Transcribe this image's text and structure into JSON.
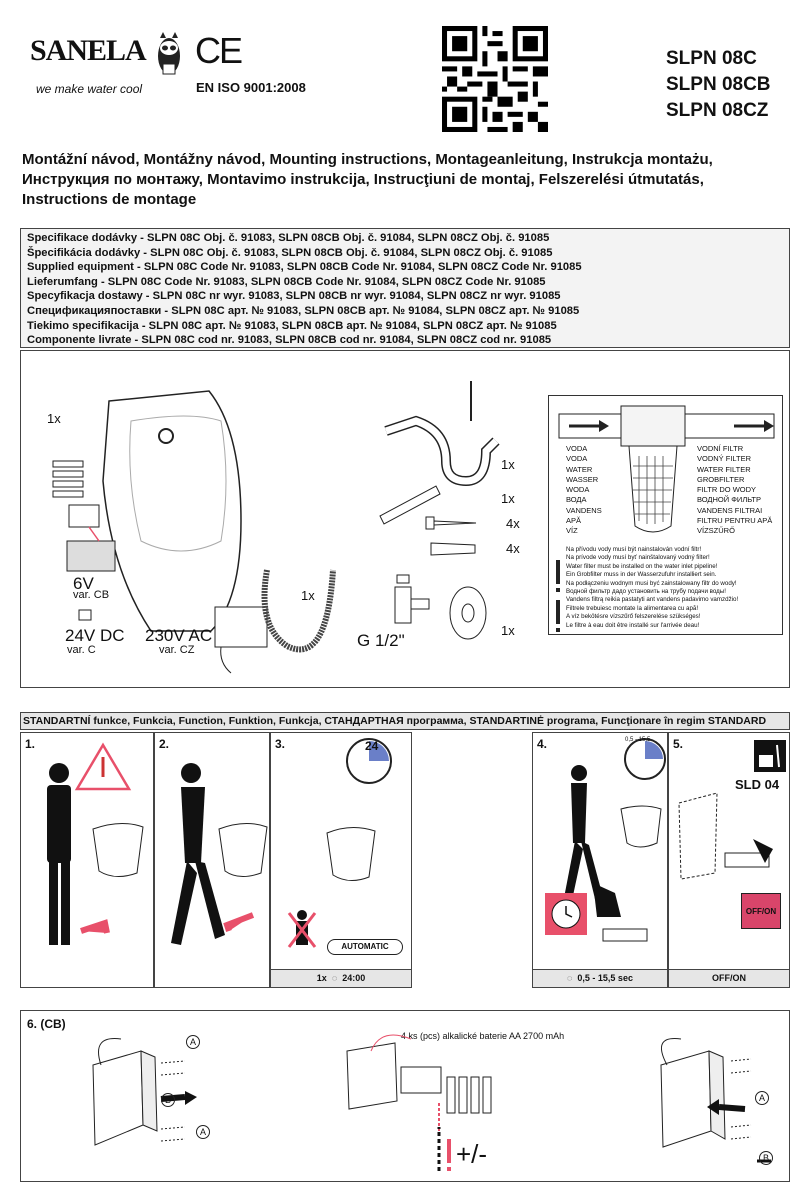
{
  "header": {
    "brand": "SANELA",
    "slogan": "we make water cool",
    "ce_mark": "CE",
    "iso": "EN ISO 9001:2008",
    "models": [
      "SLPN 08C",
      "SLPN 08CB",
      "SLPN 08CZ"
    ]
  },
  "title_lines": [
    "Montážní návod, Montážny návod, Mounting instructions, Montageanleitung, Instrukcja montażu,",
    "Инструкция по монтажу, Montavimo instrukcija, Instrucţiuni de montaj, Felszerelési útmutatás,",
    "Instructions de montage"
  ],
  "spec_lines": [
    "Specifikace dodávky - SLPN 08C Obj. č. 91083, SLPN 08CB Obj. č. 91084, SLPN 08CZ Obj. č. 91085",
    "Špecifikácia dodávky - SLPN 08C Obj. č. 91083, SLPN 08CB Obj. č. 91084, SLPN 08CZ Obj. č. 91085",
    "Supplied equipment - SLPN 08C Code Nr. 91083, SLPN 08CB Code Nr. 91084, SLPN 08CZ Code Nr. 91085",
    "Lieferumfang  - SLPN 08C Code Nr. 91083, SLPN 08CB Code Nr. 91084, SLPN 08CZ Code Nr. 91085",
    "Specyfikacja dostawy - SLPN 08C nr wyr. 91083, SLPN 08CB nr wyr. 91084, SLPN 08CZ nr wyr. 91085",
    "Спецификацияпоставки - SLPN 08C арт. № 91083, SLPN 08CB арт. № 91084, SLPN 08CZ арт. № 91085",
    "Tiekimo specifikacija - SLPN 08C арт. № 91083, SLPN 08CB арт. № 91084, SLPN 08CZ арт. № 91085",
    "Componente livrate - SLPN 08C cod nr. 91083, SLPN 08CB cod nr. 91084, SLPN 08CZ cod nr. 91085"
  ],
  "equipment": {
    "qty_urinal": "1x",
    "qty_siphon": "1x",
    "qty_bracket": "1x",
    "qty_screws": "4x",
    "qty_dowels": "4x",
    "qty_hose": "1x",
    "qty_rosette": "1x",
    "v6": "6V",
    "var_cb": "var. CB",
    "v24": "24V DC",
    "var_c": "var. C",
    "v230": "230V AC",
    "var_cz": "var. CZ",
    "thread": "G 1/2\""
  },
  "filter": {
    "left_langs": [
      "VODA",
      "VODA",
      "WATER",
      "WASSER",
      "WODA",
      "ВОДА",
      "VANDENS",
      "APĂ",
      "VÍZ"
    ],
    "right_langs": [
      "VODNÍ FILTR",
      "VODNÝ FILTER",
      "WATER FILTER",
      "GROBFILTER",
      "FILTR DO WODY",
      "ВОДНОЙ ФИЛЬТР",
      "VANDENS FILTRAI",
      "FILTRU PENTRU APĂ",
      "VÍZSZŰRŐ"
    ],
    "warnings": [
      "Na přívodu vody musí být nainstalován vodní filtr!",
      "Na prívode vody musí byť nainštalovaný vodný filter!",
      "Water filter must be installed on the water inlet pipeline!",
      "Ein Grobfilter muss in der Wasserzufuhr installiert sein.",
      "Na podłączeniu wodnym musi być zainstalowany filtr do wody!",
      "Водной фильтр дадо установить на трубу подачи воды!",
      "Vandens filtrą reikia pastatyti ant vandens padavimo vamzdžio!",
      "Filtrele trebuiesc montate la alimentarea cu apă!",
      "A víz bekötésre vízszűrő felszerelése szükséges!",
      "Le filtre à eau doit être installé sur l'arrivée deau!"
    ]
  },
  "function_header": "STANDARTNÍ funkce, Funkcia, Function, Funktion, Funkcja, СТАНДАРТНАЯ программа, STANDARTINĖ programa, Funcţionare în regim STANDARD",
  "steps": {
    "s1": "1.",
    "s2": "2.",
    "s3": "3.",
    "s3_timer": "24",
    "s3_automatic": "AUTOMATIC",
    "s3_footer_a": "1x",
    "s3_footer_b": "24:00",
    "s4": "4.",
    "s4_range": "0,5 - 15,5",
    "s4_footer": "0,5 - 15,5 sec",
    "s5": "5.",
    "s5_model": "SLD 04",
    "s5_button": "OFF/ON",
    "s5_footer": "OFF/ON"
  },
  "cb_section": {
    "title": "6. (CB)",
    "battery_label": "4 ks (pcs) alkalické baterie AA 2700 mAh",
    "a": "A",
    "b": "B",
    "plus_minus": "+/-"
  },
  "colors": {
    "accent_pink": "#e8506a",
    "panel_grey": "#e6e6e6",
    "off_on_red": "#d9456a",
    "timer_blue": "#6a7fc8"
  }
}
